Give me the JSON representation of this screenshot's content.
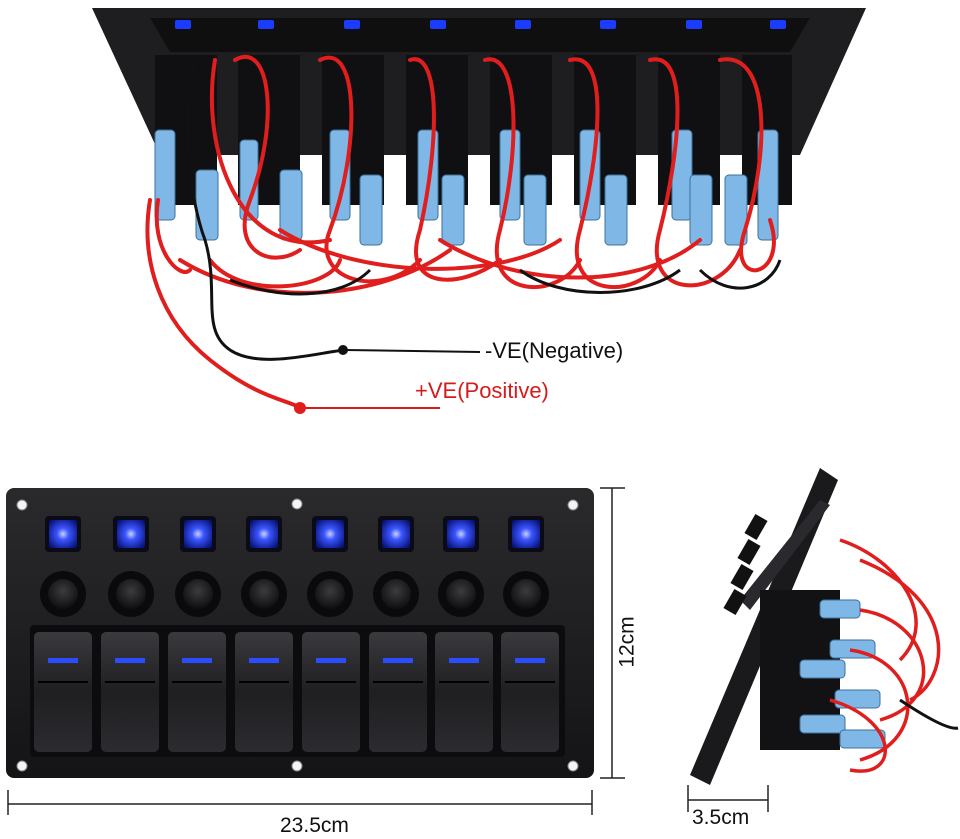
{
  "labels": {
    "negative": "-VE(Negative)",
    "positive": "+VE(Positive)"
  },
  "dimensions": {
    "width": "23.5cm",
    "height": "12cm",
    "depth": "3.5cm"
  },
  "panel": {
    "switch_count": 8,
    "indicator_color": "#1a3cff"
  },
  "colors": {
    "positive_wire": "#e01e1e",
    "negative_wire": "#111111",
    "panel": "#1c1c1e",
    "terminal": "#7fb8e6"
  }
}
